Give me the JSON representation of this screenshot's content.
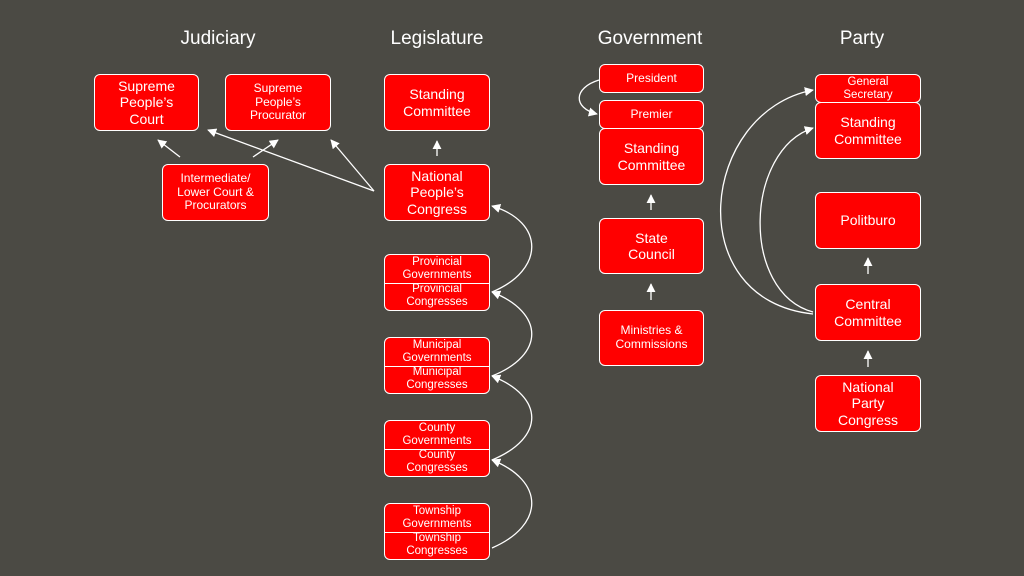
{
  "headings": {
    "judiciary": "Judiciary",
    "legislature": "Legislature",
    "government": "Government",
    "party": "Party"
  },
  "judiciary": {
    "supreme_court": "Supreme\nPeople’s\nCourt",
    "supreme_procurator": "Supreme\nPeople’s\nProcurator",
    "lower_courts": "Intermediate/\nLower Court &\nProcurators"
  },
  "legislature": {
    "standing_committee": "Standing\nCommittee",
    "npc": "National\nPeople’s\nCongress",
    "levels": [
      {
        "governments": "Provincial\nGovernments",
        "congresses": "Provincial\nCongresses"
      },
      {
        "governments": "Municipal\nGovernments",
        "congresses": "Municipal\nCongresses"
      },
      {
        "governments": "County\nGovernments",
        "congresses": "County\nCongresses"
      },
      {
        "governments": "Township\nGovernments",
        "congresses": "Township\nCongresses"
      }
    ]
  },
  "government": {
    "president": "President",
    "premier": "Premier",
    "standing_committee": "Standing\nCommittee",
    "state_council": "State\nCouncil",
    "ministries": "Ministries &\nCommissions"
  },
  "party": {
    "general_secretary": "General\nSecretary",
    "standing_committee": "Standing\nCommittee",
    "politburo": "Politburo",
    "central_committee": "Central\nCommittee",
    "national_party_congress": "National\nParty\nCongress"
  },
  "colors": {
    "background": "#4b4a44",
    "box_fill": "#ff0000",
    "line": "#ffffff"
  }
}
